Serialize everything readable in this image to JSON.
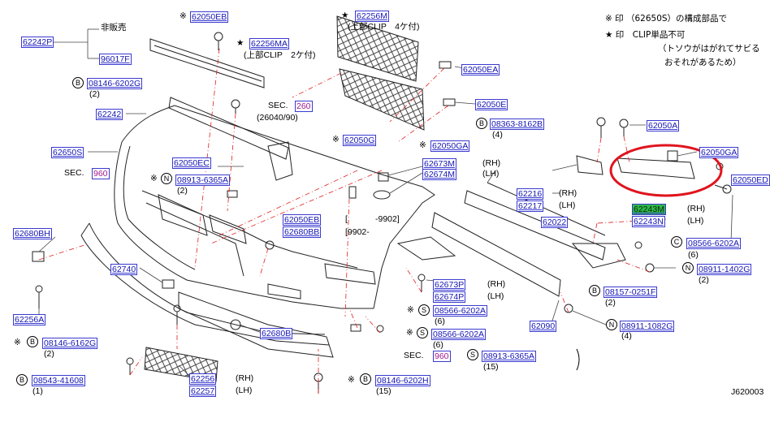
{
  "diagram_code": "J620003",
  "notes": {
    "line1": "※ 印 （62650S）の構成部品で",
    "line2": "★ 印　CLIP単品不可",
    "line3": "（トソウがはがれてサビる",
    "line4": "おそれがあるため）"
  },
  "annotations": {
    "not_for_sale": "非販売",
    "upper_clip_4": "(上部CLIP　4ケ付)",
    "upper_clip_2": "(上部CLIP　2ケ付)",
    "sec_260_ref": "(26040/90)",
    "date_to": "-9902]",
    "date_from": "[9902-",
    "bracket_open": "[",
    "sec_prefix": "SEC."
  },
  "labels": {
    "p62050EB_top": "62050EB",
    "p62256M": "62256M",
    "p62242P": "62242P",
    "p96017F": "96017F",
    "p62256MA": "62256MA",
    "p62050EA": "62050EA",
    "p08146_6202G": "08146-6202G",
    "p62242": "62242",
    "sec260": "260",
    "p62050E": "62050E",
    "p08363_8162B": "08363-8162B",
    "p62050A": "62050A",
    "p62650S": "62650S",
    "p62050G": "62050G",
    "p62050GA_mid": "62050GA",
    "p62050GA_right": "62050GA",
    "sec960_top": "960",
    "p62050EC": "62050EC",
    "p08913_6365A": "08913-6365A",
    "p62673M": "62673M",
    "p62674M": "62674M",
    "p62050ED": "62050ED",
    "p62216": "62216",
    "p62217": "62217",
    "p62243M": "62243M",
    "p62243N": "62243N",
    "p62022": "62022",
    "p62680BH": "62680BH",
    "p62050EB_mid": "62050EB",
    "p62680BB": "62680BB",
    "p08566_6202A_right": "08566-6202A",
    "p08911_1402G": "08911-1402G",
    "p62740": "62740",
    "p62673P": "62673P",
    "p62674P": "62674P",
    "p08157_0251F": "08157-0251F",
    "p62256A": "62256A",
    "p08566_6202A_a": "08566-6202A",
    "p08566_6202A_b": "08566-6202A",
    "p62680B": "62680B",
    "p62090": "62090",
    "p08911_1082G": "08911-1082G",
    "p08146_6162G": "08146-6162G",
    "sec960_bottom": "960",
    "p08913_6365A_b": "08913-6365A",
    "p62256": "62256",
    "p62257": "62257",
    "p08543_41608": "08543-41608",
    "p08146_6202H": "08146-6202H"
  },
  "sides": {
    "rh": "(RH)",
    "lh": "(LH)"
  },
  "quantities": {
    "q2": "(2)",
    "q4": "(4)",
    "q6": "(6)",
    "q1": "(1)",
    "q15": "(15)"
  },
  "symbols": {
    "kome": "※",
    "star": "★",
    "B": "B",
    "N": "N",
    "C": "C",
    "S": "S"
  },
  "colors": {
    "part_link": "#1414b4",
    "link_border": "#3a3ad0",
    "section_link": "#a0198c",
    "highlight": "#2fb84a",
    "callout_circle": "#e0141e",
    "phantom_line": "#e01e1e"
  }
}
